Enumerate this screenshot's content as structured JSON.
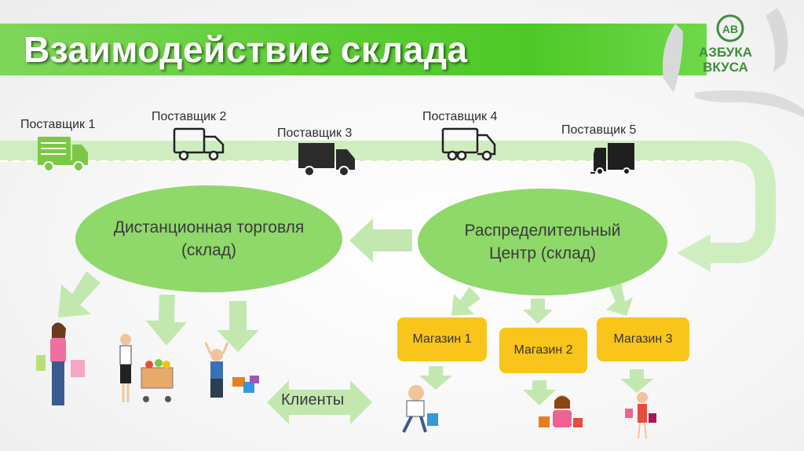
{
  "title": "Взаимодействие склада",
  "logo": {
    "name_line1": "АЗБУКА",
    "name_line2": "ВКУСА",
    "emblem_text": "АВ"
  },
  "suppliers": [
    "Поставщик 1",
    "Поставщик 2",
    "Поставщик 3",
    "Поставщик 4",
    "Поставщик 5"
  ],
  "nodes": {
    "distance_trade": {
      "line1": "Дистанционная торговля",
      "line2": "(склад)"
    },
    "distribution_center": {
      "line1": "Распределительный",
      "line2": "Центр (склад)"
    }
  },
  "shops": [
    "Магазин 1",
    "Магазин 2",
    "Магазин 3"
  ],
  "clients_label": "Клиенты",
  "colors": {
    "banner": "#5fcf38",
    "ellipse": "#8fd86a",
    "arrow": "#c2e8b0",
    "shop": "#f9c51a",
    "text": "#333333"
  },
  "icons": [
    "truck-icon",
    "shopper-icon",
    "shopping-cart-icon",
    "online-order-icon",
    "customer-icon"
  ]
}
